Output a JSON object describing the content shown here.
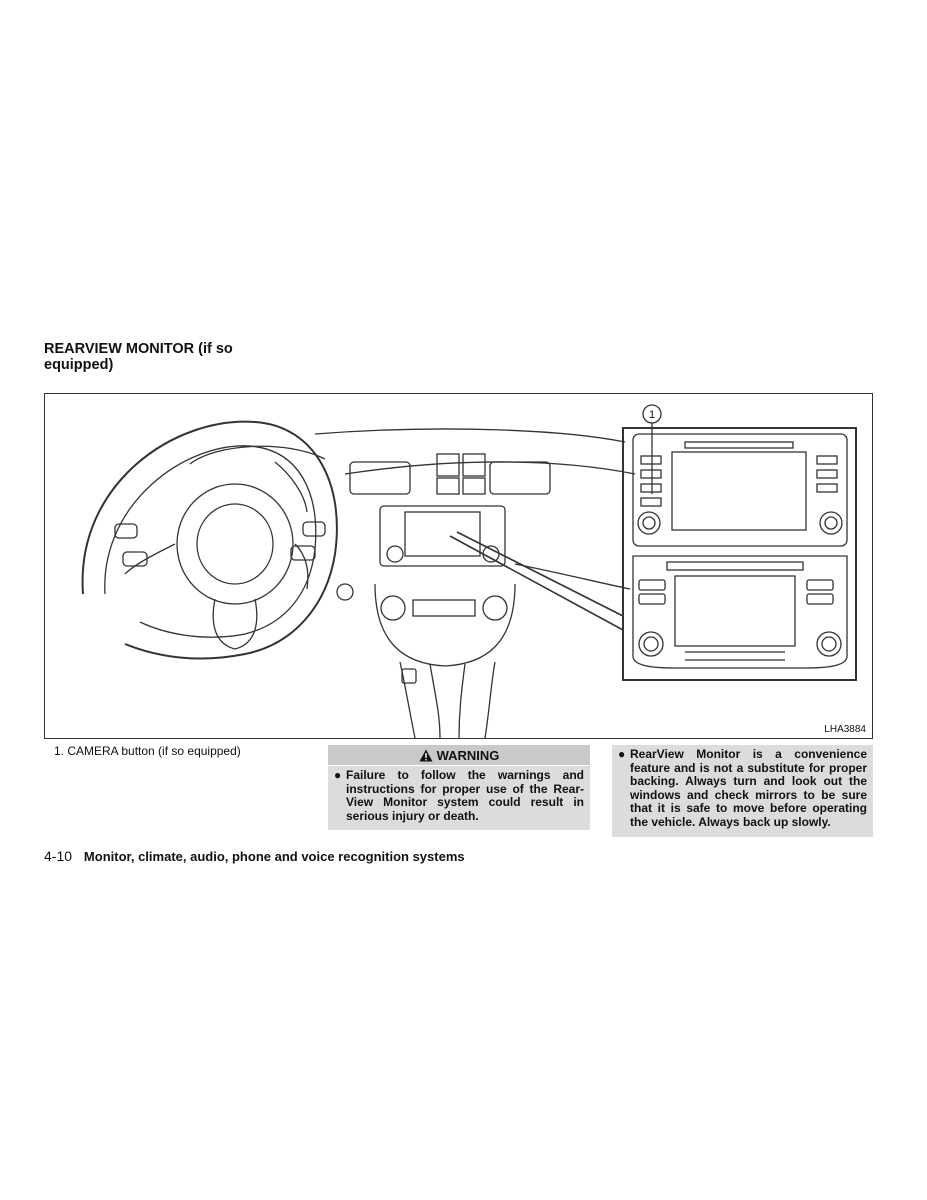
{
  "section": {
    "title": "REARVIEW MONITOR (if so equipped)"
  },
  "figure": {
    "callout_number": "1",
    "code": "LHA3884"
  },
  "caption": {
    "text": "1.  CAMERA button (if so equipped)"
  },
  "warning": {
    "heading": "WARNING",
    "icon": "warning-triangle-icon",
    "items": [
      "Failure to follow the warnings and instructions for proper use of the Rear-View Monitor system could result in serious injury or death."
    ]
  },
  "notes": {
    "items": [
      "RearView Monitor is a convenience feature and is not a substitute for proper backing. Always turn and look out the windows and check mirrors to be sure that it is safe to move before operating the vehicle. Always back up slowly."
    ]
  },
  "footer": {
    "page_number": "4-10",
    "chapter_title": "Monitor, climate, audio, phone and voice recognition systems"
  }
}
